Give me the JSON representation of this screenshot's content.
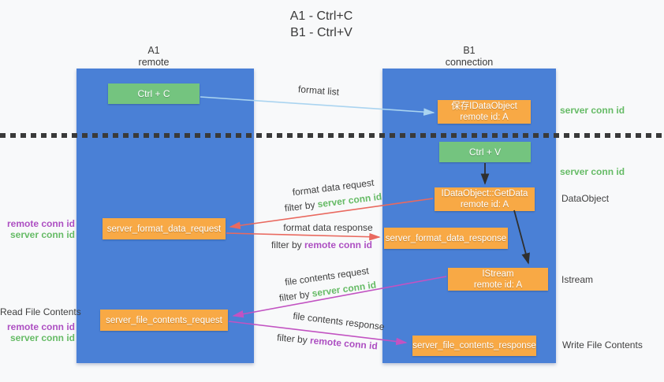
{
  "title": {
    "line1": "A1 - Ctrl+C",
    "line2": "B1 - Ctrl+V"
  },
  "lane_left": {
    "header1": "A1",
    "header2": "remote"
  },
  "lane_right": {
    "header1": "B1",
    "header2": "connection"
  },
  "nodes": {
    "ctrl_c": "Ctrl + C",
    "ctrl_v": "Ctrl + V",
    "save_obj_line1": "保存IDataObject",
    "save_obj_line2": "remote id: A",
    "getdata_line1": "IDataObject::GetData",
    "getdata_line2": "remote id: A",
    "istream_line1": "IStream",
    "istream_line2": "remote id: A",
    "format_request": "server_format_data_request",
    "format_response": "server_format_data_response",
    "file_request": "server_file_contents_request",
    "file_response": "server_file_contents_response"
  },
  "flow": {
    "format_list": "format list",
    "format_data_request": "format data request",
    "format_data_response": "format data response",
    "file_contents_request": "file contents request",
    "file_contents_response": "file contents response",
    "filter_by": "filter by",
    "server_conn_id": "server conn id",
    "remote_conn_id": "remote conn id"
  },
  "side": {
    "server_conn_id": "server conn id",
    "remote_conn_id": "remote conn id",
    "dataobject": "DataObject",
    "istream": "Istream",
    "read_file_contents": "Read File Contents",
    "write_file_contents": "Write File Contents"
  },
  "colors": {
    "lane_blue": "#4a80d6",
    "box_green": "#74c47f",
    "box_orange": "#f8a945",
    "arrow_blue": "#aad4f0",
    "arrow_red": "#e9695f",
    "arrow_purple": "#c253c2",
    "arrow_black": "#2f2f2f",
    "text_green": "#66bb66",
    "text_purple": "#ad4fc2"
  }
}
